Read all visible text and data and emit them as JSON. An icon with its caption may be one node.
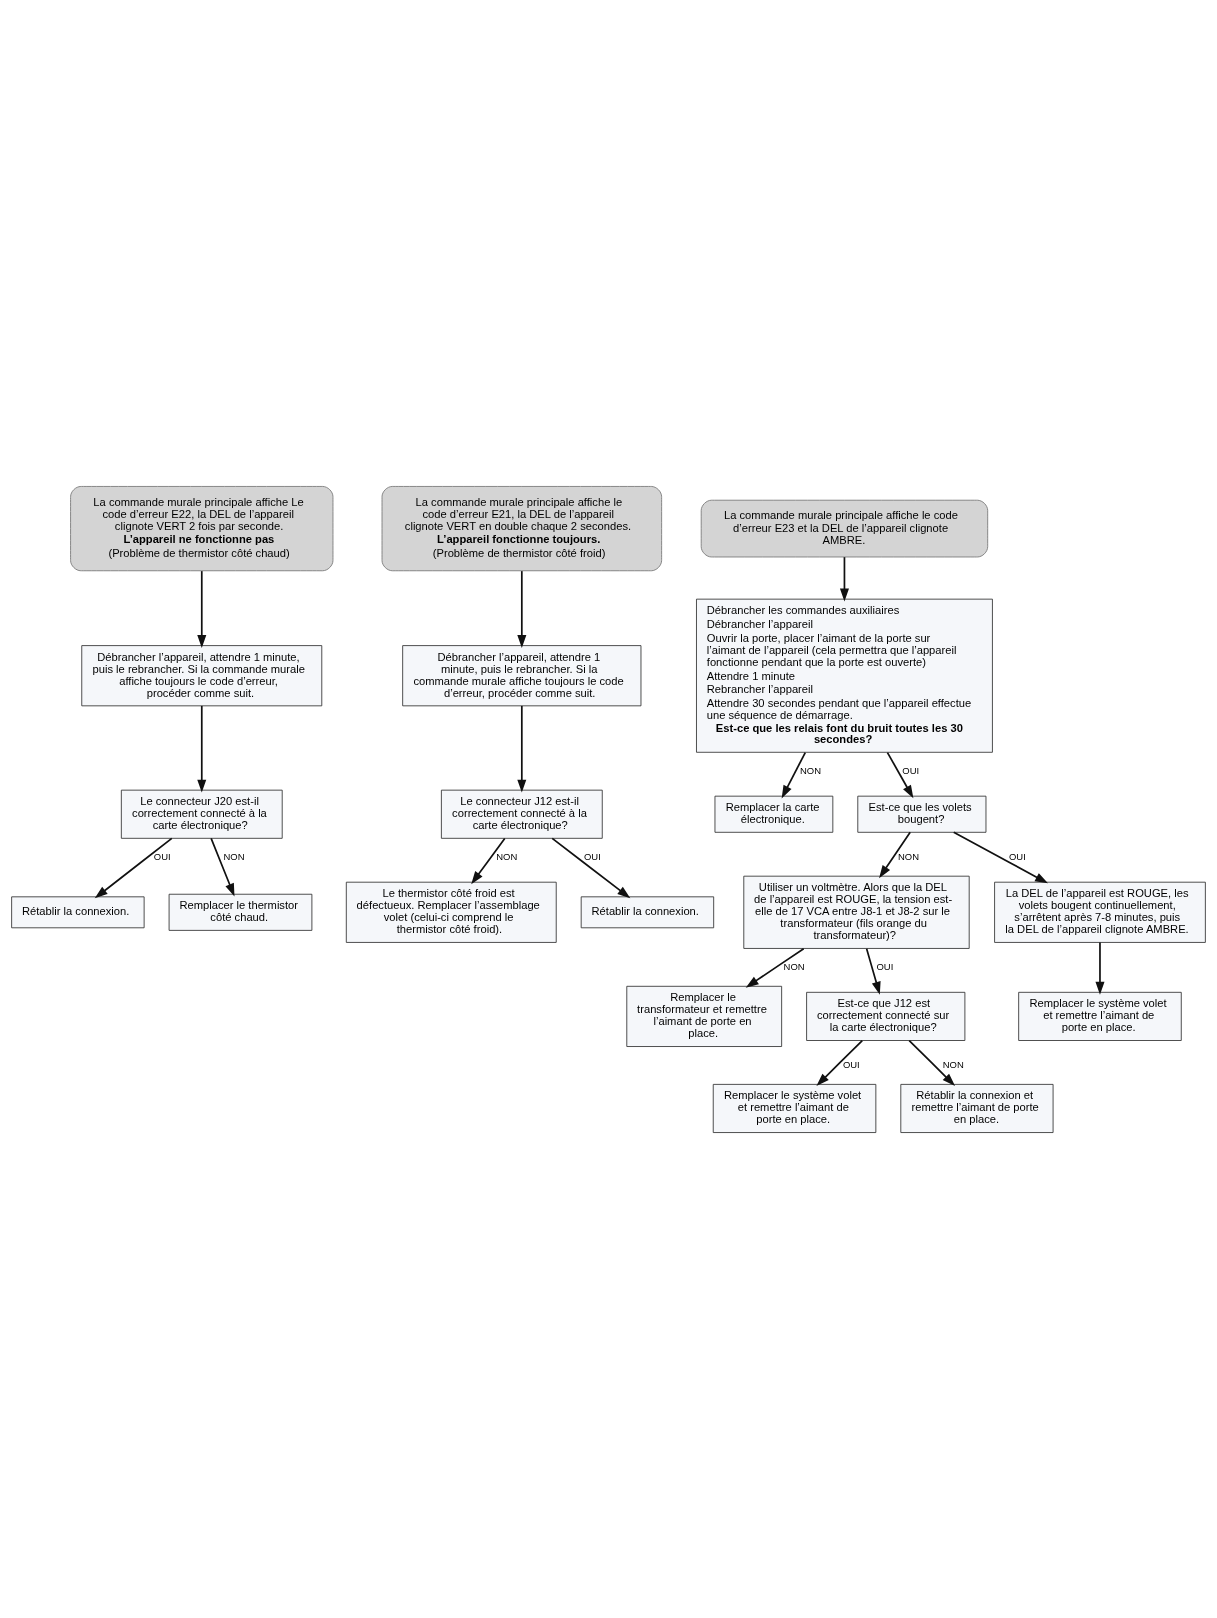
{
  "diagram": {
    "nodes": [
      {
        "text": [
          "La commande murale principale affiche Le code d’erreur E22, la DEL de l’appareil clignote VERT 2 fois par seconde.",
          "L’appareil ne fonctionne pas",
          "(Problème de thermistor côté chaud)"
        ]
      },
      {
        "text": [
          "Débrancher l’appareil, attendre 1 minute, puis le rebrancher. Si la commande murale affiche toujours le code d’erreur, procéder comme suit."
        ]
      },
      {
        "text": [
          "Le connecteur J20 est-il correctement connecté à la carte électronique?"
        ]
      },
      {
        "text": [
          "Rétablir la connexion."
        ]
      },
      {
        "text": [
          "Remplacer le thermistor côté chaud."
        ]
      },
      {
        "text": [
          "La commande murale principale affiche le code d’erreur E21, la DEL de l’appareil clignote VERT en double chaque 2 secondes.",
          "L’appareil fonctionne toujours.",
          "(Problème de thermistor côté froid)"
        ]
      },
      {
        "text": [
          "Débrancher l’appareil, attendre 1 minute, puis le rebrancher. Si la commande murale affiche toujours le code d’erreur, procéder comme suit."
        ]
      },
      {
        "text": [
          "Le connecteur J12 est-il correctement connecté à la carte électronique?"
        ]
      },
      {
        "text": [
          "Le thermistor côté froid est défectueux. Remplacer l’assemblage volet (celui-ci comprend le thermistor côté froid)."
        ]
      },
      {
        "text": [
          "Rétablir la connexion."
        ]
      },
      {
        "text": [
          "La commande murale principale affiche le code d’erreur E23 et la DEL de l’appareil clignote AMBRE."
        ]
      },
      {
        "text": [
          "Débrancher les commandes auxiliaires",
          "Débrancher l’appareil",
          "Ouvrir la porte, placer l’aimant de la porte sur l’aimant de l’appareil (cela permettra que l’appareil fonctionne pendant que la porte est ouverte)",
          "Attendre 1 minute",
          "Rebrancher l’appareil",
          "Attendre 30 secondes pendant que l’appareil effectue une séquence de démarrage.",
          "Est-ce que les relais font du bruit toutes les 30 secondes?"
        ]
      },
      {
        "text": [
          "Remplacer la carte électronique."
        ]
      },
      {
        "text": [
          "Est-ce que les volets bougent?"
        ]
      },
      {
        "text": [
          "Utiliser un voltmètre. Alors que la DEL de l’appareil est ROUGE, la tension est-elle de 17 VCA entre J8-1 et J8-2 sur le transformateur (fils orange du transformateur)?"
        ]
      },
      {
        "text": [
          "La DEL de l’appareil est ROUGE, les volets bougent continuellement, s’arrêtent après 7-8 minutes, puis la DEL de l’appareil clignote AMBRE."
        ]
      },
      {
        "text": [
          "Remplacer le transformateur et remettre l’aimant de porte en place."
        ]
      },
      {
        "text": [
          "Est-ce que J12 est correctement connecté sur la carte électronique?"
        ]
      },
      {
        "text": [
          "Remplacer le système volet et remettre l’aimant de porte en place."
        ]
      },
      {
        "text": [
          "Remplacer le système volet et remettre l’aimant de porte en place."
        ]
      },
      {
        "text": [
          "Rétablir la connexion et remettre l’aimant de porte en place."
        ]
      }
    ],
    "edges": [
      {
        "from": 0,
        "to": 1,
        "arrow": "to"
      },
      {
        "from": 1,
        "to": 2,
        "arrow": "to"
      },
      {
        "from": 2,
        "to": 3,
        "arrow": "to",
        "label": "OUI"
      },
      {
        "from": 2,
        "to": 4,
        "arrow": "to",
        "label": "NON"
      },
      {
        "from": 5,
        "to": 6,
        "arrow": "to"
      },
      {
        "from": 6,
        "to": 7,
        "arrow": "to"
      },
      {
        "from": 7,
        "to": 8,
        "arrow": "to",
        "label": "NON"
      },
      {
        "from": 7,
        "to": 9,
        "arrow": "to",
        "label": "OUI"
      },
      {
        "from": 10,
        "to": 11,
        "arrow": "to"
      },
      {
        "from": 11,
        "to": 12,
        "arrow": "to",
        "label": "NON"
      },
      {
        "from": 11,
        "to": 13,
        "arrow": "to",
        "label": "OUI"
      },
      {
        "from": 13,
        "to": 14,
        "arrow": "to",
        "label": "NON"
      },
      {
        "from": 13,
        "to": 15,
        "arrow": "to",
        "label": "OUI"
      },
      {
        "from": 14,
        "to": 16,
        "arrow": "to",
        "label": "NON"
      },
      {
        "from": 14,
        "to": 17,
        "arrow": "to",
        "label": "OUI"
      },
      {
        "from": 15,
        "to": 18,
        "arrow": "to"
      },
      {
        "from": 17,
        "to": 19,
        "arrow": "to",
        "label": "OUI"
      },
      {
        "from": 17,
        "to": 20,
        "arrow": "to",
        "label": "NON"
      }
    ]
  }
}
